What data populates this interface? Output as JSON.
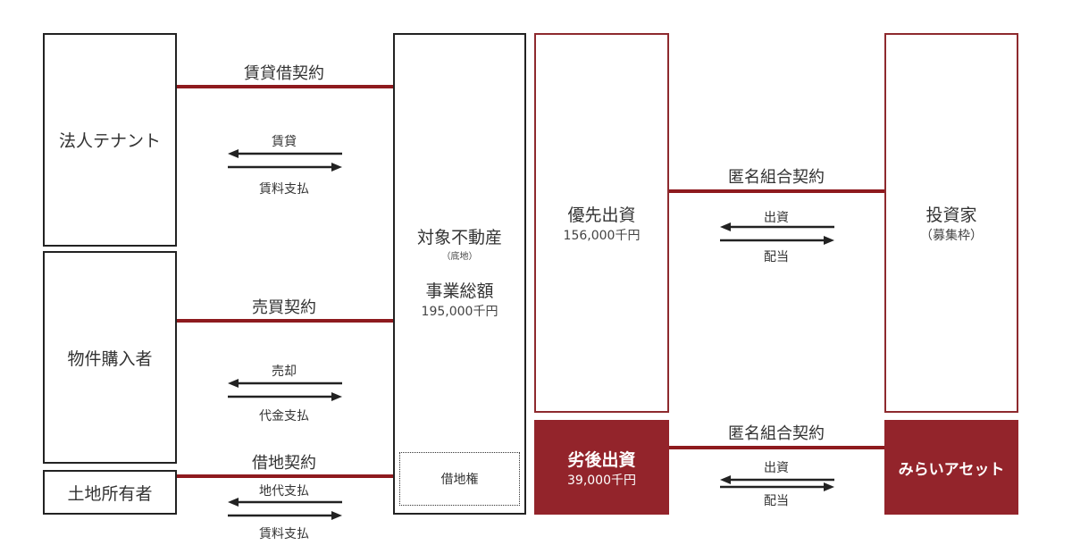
{
  "left": {
    "tenant": "法人テナント",
    "buyer": "物件購入者",
    "landowner": "土地所有者"
  },
  "center": {
    "title": "対象不動産",
    "subtitle": "（底地）",
    "total_label": "事業総額",
    "total_value": "195,000千円",
    "leasehold": "借地権"
  },
  "contracts": {
    "lease": "賃貸借契約",
    "sale": "売買契約",
    "land_lease": "借地契約",
    "tk1": "匿名組合契約",
    "tk2": "匿名組合契約"
  },
  "flows": {
    "lease_left": "賃貸",
    "lease_right": "賃料支払",
    "sale_left": "売却",
    "sale_right": "代金支払",
    "land_left": "地代支払",
    "land_right": "賃料支払",
    "pref_left": "出資",
    "pref_right": "配当",
    "sub_left": "出資",
    "sub_right": "配当"
  },
  "right": {
    "preferred": {
      "label": "優先出資",
      "value": "156,000千円"
    },
    "investor": {
      "label": "投資家",
      "sub": "（募集枠）"
    },
    "subordinated": {
      "label": "劣後出資",
      "value": "39,000千円"
    },
    "sponsor": "みらいアセット"
  },
  "colors": {
    "accent": "#93242b",
    "line": "#8e1a1e"
  }
}
